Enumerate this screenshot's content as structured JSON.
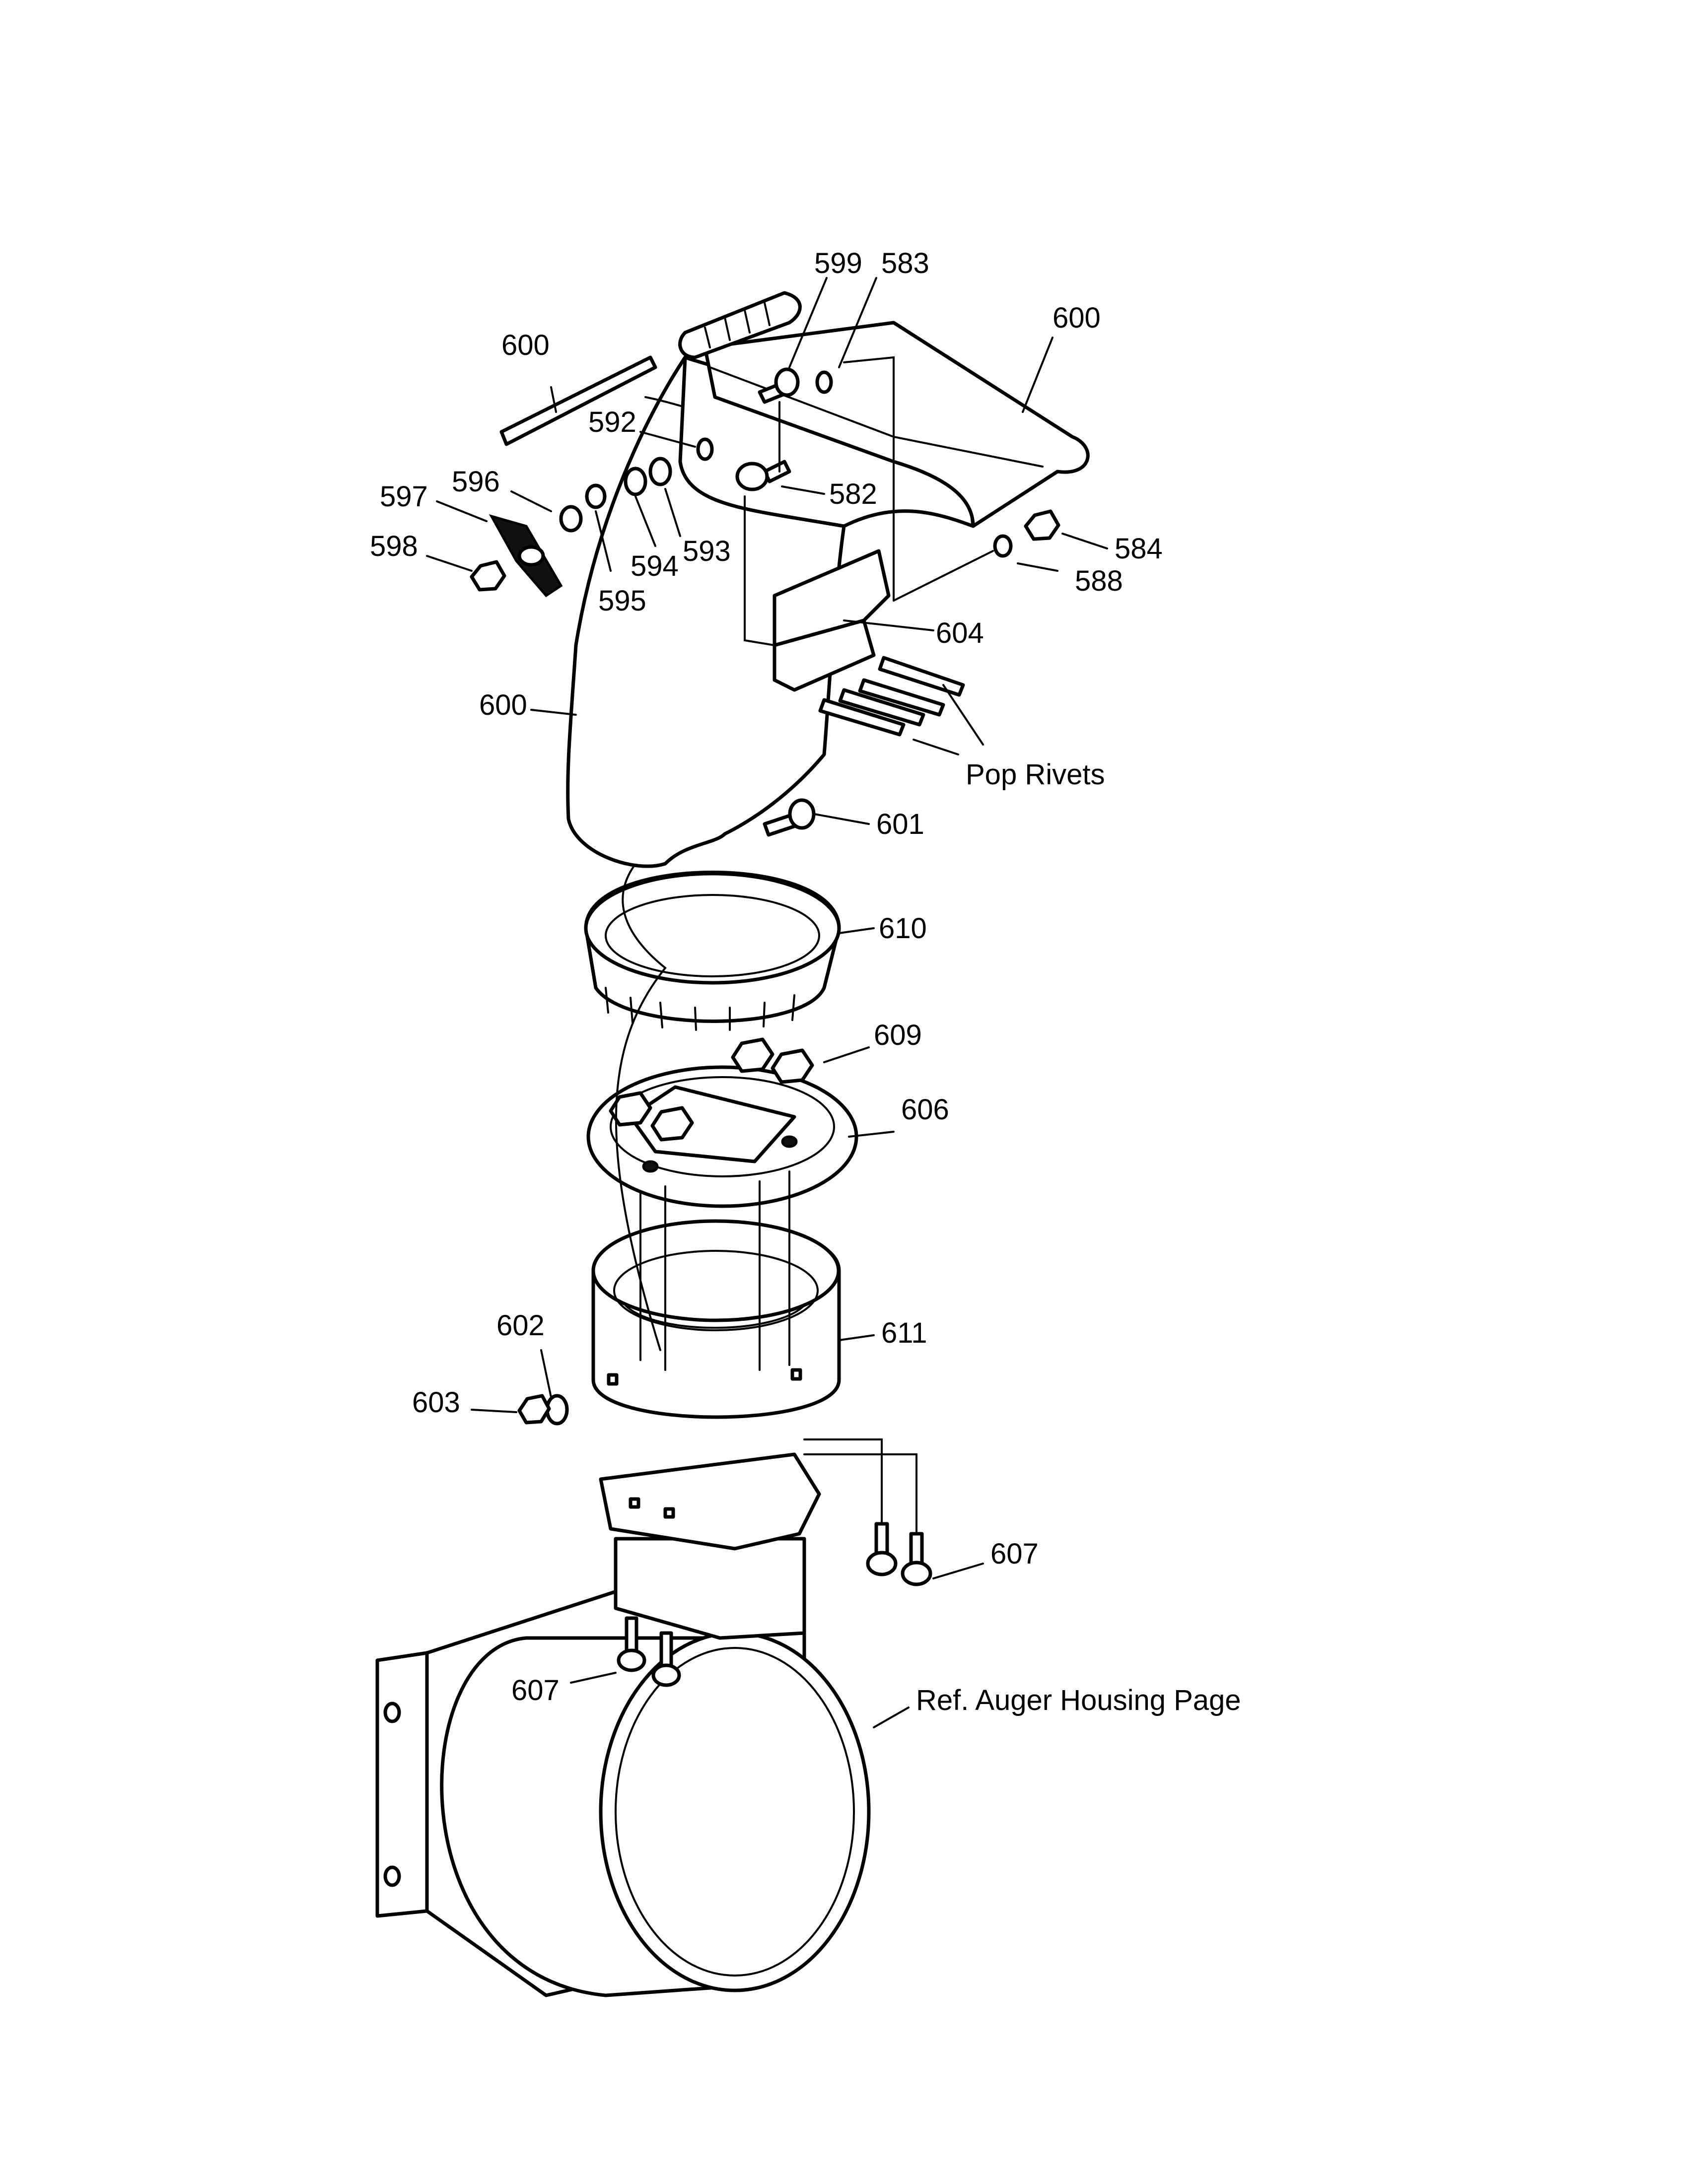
{
  "callouts": {
    "c599": "599",
    "c583": "583",
    "c600_top_right": "600",
    "c600_rod": "600",
    "c592": "592",
    "c596": "596",
    "c597": "597",
    "c598": "598",
    "c582": "582",
    "c594": "594",
    "c593": "593",
    "c595": "595",
    "c584": "584",
    "c588": "588",
    "c604": "604",
    "c600_chute": "600",
    "pop_rivets": "Pop Rivets",
    "c601": "601",
    "c610": "610",
    "c609": "609",
    "c606": "606",
    "c602": "602",
    "c611": "611",
    "c603": "603",
    "c607_right": "607",
    "c607_left": "607",
    "ref_auger": "Ref. Auger Housing Page"
  }
}
